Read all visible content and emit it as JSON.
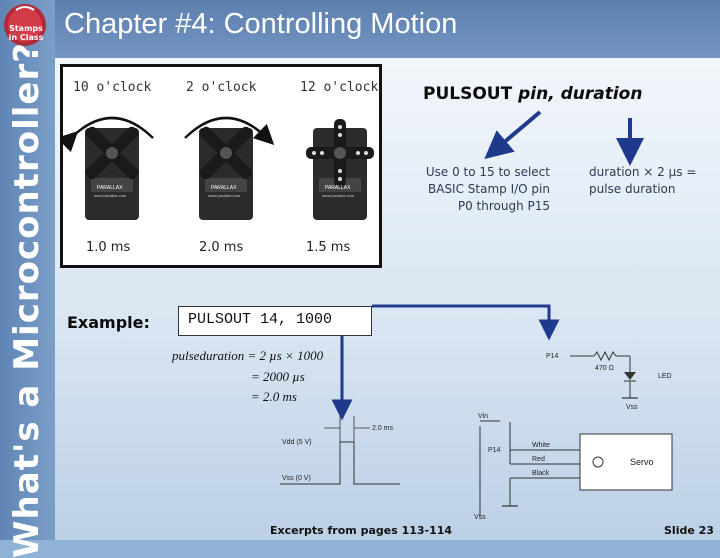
{
  "sidebar": {
    "text": "What's a Microcontroller?"
  },
  "logo": {
    "text_line1": "Stamps",
    "text_line2": "in Class"
  },
  "title": "Chapter #4: Controlling Motion",
  "servos": [
    {
      "clock": "10 o'clock",
      "pulse": "1.0 ms"
    },
    {
      "clock": "2 o'clock",
      "pulse": "2.0 ms"
    },
    {
      "clock": "12 o'clock",
      "pulse": "1.5 ms"
    }
  ],
  "servo_label": {
    "brand": "PARALLAX",
    "model": "www.parallax.com"
  },
  "syntax": {
    "command": "PULSOUT",
    "args": "pin, duration"
  },
  "notes": {
    "pin_line1": "Use 0 to 15 to select",
    "pin_line2": "BASIC Stamp I/O pin",
    "pin_line3": "P0 through P15",
    "duration_line1": "duration × 2 µs =",
    "duration_line2": "pulse duration"
  },
  "example": {
    "label": "Example:",
    "code": "PULSOUT 14, 1000"
  },
  "math": {
    "line1_lhs": "pulseduration",
    "line1_rhs": "= 2 µs × 1000",
    "line2": "= 2000 µs",
    "line3": "= 2.0 ms"
  },
  "timing": {
    "vdd": "Vdd (5 V)",
    "vss": "Vss (0 V)",
    "width": "2.0 ms"
  },
  "schematic": {
    "p14_top": "P14",
    "resistor": "470 Ω",
    "led": "LED",
    "vss1": "Vss",
    "vin": "Vin",
    "p14": "P14",
    "white": "White",
    "red": "Red",
    "black": "Black",
    "servo": "Servo",
    "vss2": "Vss"
  },
  "footer": {
    "excerpt": "Excerpts from pages 113-114",
    "slide": "Slide 23"
  },
  "colors": {
    "arrow": "#1f3a8c",
    "title_bg": "#5c7fae",
    "sidebar_bg": "#6b91bf"
  }
}
